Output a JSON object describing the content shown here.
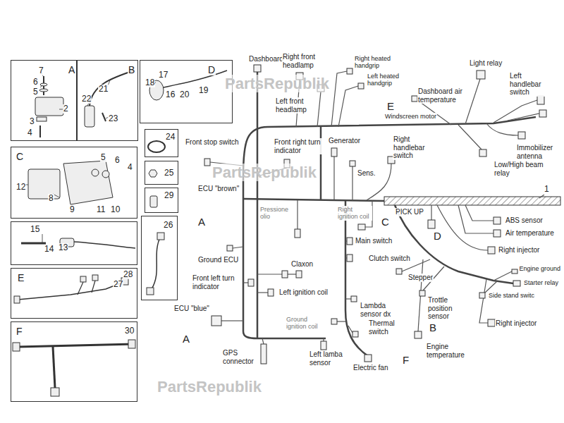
{
  "diagram": {
    "nodes": [
      {
        "text": [
          "A",
          "7",
          "6",
          "5",
          "2",
          "3",
          "4"
        ]
      },
      {
        "text": [
          "B",
          "22",
          "21",
          "23"
        ]
      },
      {
        "text": [
          "D",
          "18",
          "17",
          "16",
          "20",
          "19"
        ]
      },
      {
        "text": [
          "24"
        ]
      },
      {
        "text": [
          "25"
        ]
      },
      {
        "text": [
          "29"
        ]
      },
      {
        "text": [
          "C",
          "5",
          "6",
          "4",
          "12",
          "8",
          "9",
          "11",
          "10"
        ]
      },
      {
        "text": [
          "15",
          "13",
          "14"
        ]
      },
      {
        "text": [
          "26"
        ]
      },
      {
        "text": [
          "E",
          "28",
          "27"
        ]
      },
      {
        "text": [
          "F",
          "30"
        ]
      }
    ],
    "labels": [
      "Dashboard",
      "Right front headlamp",
      "Right heated handgrip",
      "Left heated handgrip",
      "Left front headlamp",
      "Dashboard air temperature",
      "Light relay",
      "Left handlebar switch",
      "E",
      "Windscreen motor",
      "Immobilizer antenna",
      "Low/High beam relay",
      "Front stop switch",
      "Front right turn indicator",
      "Generator",
      "Right handlebar switch",
      "Sens.",
      "1",
      "ECU \"brown\"",
      "A",
      "Pressione olio",
      "Right ignition coil",
      "C",
      "PICK UP",
      "D",
      "ABS sensor",
      "Air temperature",
      "Main switch",
      "Right injector",
      "Ground ECU",
      "Claxon",
      "Clutch switch",
      "Engine ground",
      "Starter relay",
      "Stepper",
      "Front left turn indicator",
      "Left ignition coil",
      "Lambda sensor dx",
      "Trottle position sensor",
      "Side stand switc",
      "ECU \"blue\"",
      "Ground ignition coil",
      "Thermal switch",
      "Right injector",
      "B",
      "Engine temperature",
      "GPS connector",
      "Left lamba sensor",
      "F",
      "A",
      "Electric fan",
      "PartsRepublik",
      "PartsRepublik",
      "PartsRepublik"
    ]
  }
}
